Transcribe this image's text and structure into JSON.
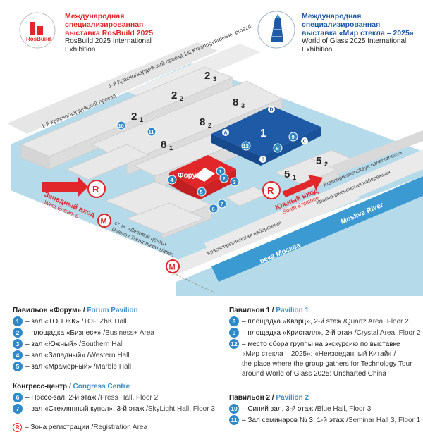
{
  "header": {
    "left": {
      "logo_word": "RosBuild",
      "title_lines": [
        "Международная",
        "специализированная",
        "выставка RosBuild 2025"
      ],
      "subtitle_lines": [
        "RosBuild 2025 International",
        "Exhibition"
      ]
    },
    "right": {
      "title_lines": [
        "Международная",
        "специализированная",
        "выставка «Мир стекла – 2025»"
      ],
      "subtitle_lines": [
        "World of Glass 2025 International",
        "Exhibition"
      ]
    }
  },
  "map": {
    "streets": {
      "proezd_2": "1-й Красногвардейский проезд   1st Krasnogvardeisky proezd",
      "proezd_1": "1-й Красногвардейский проезд",
      "nab_ru": "Краснопресненская набережная",
      "nab_en": "Krasnopresnenskaya naberezhnaya",
      "nab_ru_low": "Краснопресненская набережная"
    },
    "river": {
      "ru": "река Москва",
      "en": "Moskva River"
    },
    "entrances": {
      "west_ru": "Западный вход",
      "west_en": "West Entrance",
      "south_ru": "Южный вход",
      "south_en": "South Entrance",
      "reg_symbol": "R"
    },
    "metro": {
      "symbol": "M",
      "ru": "ст. м. «Деловой центр»",
      "en": "Delovoy Tsentr metro station"
    },
    "forum_label": "Форум",
    "halls": {
      "h1": "1",
      "h2_1": "2",
      "h2_2": "2",
      "h2_3": "2",
      "h8_1": "8",
      "h8_2": "8",
      "h8_3": "8",
      "h5_1": "5",
      "h5_2": "5",
      "sub_1": "1",
      "sub_2": "2",
      "sub_3": "3",
      "gate_a": "A",
      "gate_b": "B",
      "gate_c": "C",
      "gate_d": "D"
    },
    "markers": [
      "1",
      "2",
      "3",
      "4",
      "5",
      "6",
      "7",
      "8",
      "9",
      "10",
      "11",
      "12"
    ]
  },
  "legend": {
    "forum": {
      "heading_ru": "Павильон «Форум» /",
      "heading_en": "Forum Pavilion",
      "items": [
        {
          "num": "1",
          "ru": " – зал «ТОП ЖК» /",
          "en": " TOP ZhK Hall"
        },
        {
          "num": "2",
          "ru": " – площадка «Бизнес+» /",
          "en": " Business+ Area"
        },
        {
          "num": "3",
          "ru": " – зал «Южный» /",
          "en": " Southern Hall"
        },
        {
          "num": "4",
          "ru": " – зал «Западный» /",
          "en": " Western Hall"
        },
        {
          "num": "5",
          "ru": " – зал «Мраморный» /",
          "en": " Marble Hall"
        }
      ]
    },
    "congress": {
      "heading_ru": "Конгресс-центр /",
      "heading_en": "Congress Centre",
      "items": [
        {
          "num": "6",
          "ru": " – Пресс-зал, 2-й этаж /",
          "en": " Press Hall, Floor 2"
        },
        {
          "num": "7",
          "ru": " – зал «Стеклянный купол», 3-й этаж /",
          "en": " SkyLight Hall, Floor 3"
        }
      ]
    },
    "registration": {
      "symbol": "R",
      "ru": " – Зона регистрации /",
      "en": " Registration Area"
    },
    "pavilion1": {
      "heading_ru": "Павильон 1 /",
      "heading_en": "Pavilion 1",
      "items": [
        {
          "num": "8",
          "ru": " – площадка «Кварц», 2-й этаж /",
          "en": " Quartz Area, Floor 2"
        },
        {
          "num": "9",
          "ru": " – площадка «Кристалл», 2-й этаж /",
          "en": " Crystal Area, Floor 2"
        },
        {
          "num": "12",
          "ru": " – место сбора группы на экскурсию по выставке",
          "en": ""
        }
      ],
      "extra_lines": [
        "«Мир стекла – 2025»: «Неизведанный Китай» /",
        "the place where the group gathers for Technology Tour",
        "around World of Glass 2025: Uncharted China"
      ]
    },
    "pavilion2": {
      "heading_ru": "Павильон 2 /",
      "heading_en": "Pavilion 2",
      "items": [
        {
          "num": "10",
          "ru": " – Синий зал, 3-й этаж /",
          "en": " Blue Hall, Floor 3"
        },
        {
          "num": "11",
          "ru": " – Зал семинаров № 3, 1-й этаж /",
          "en": " Seminar Hall 3, Floor 1"
        }
      ]
    }
  },
  "colors": {
    "water": "#b5daea",
    "river": "#3c9ad3",
    "pavilion1": "#1f5aa6",
    "forum": "#e2272a",
    "marker": "#2e89c8",
    "building": "#e8e8e8"
  }
}
